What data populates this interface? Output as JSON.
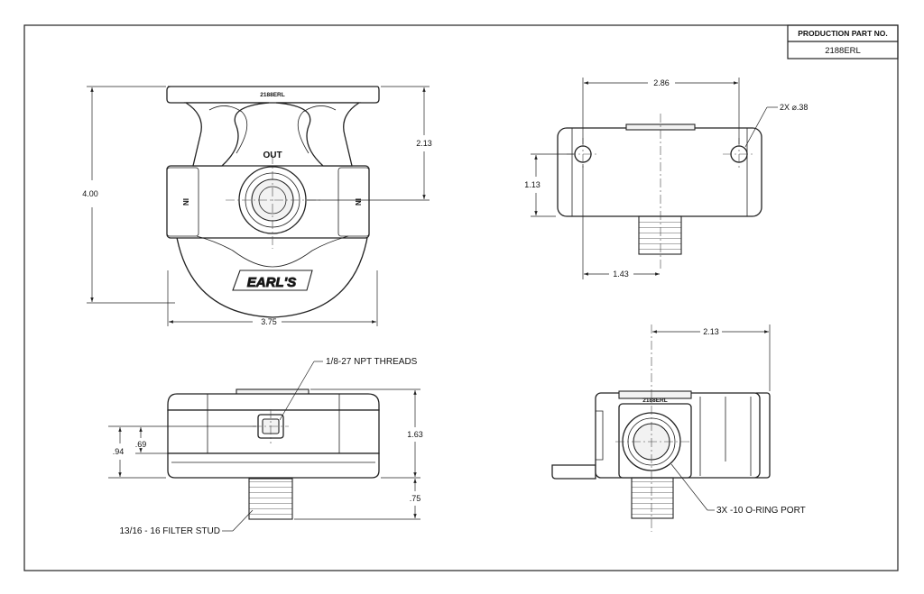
{
  "title_block": {
    "header": "PRODUCTION PART NO.",
    "part_number": "2188ERL"
  },
  "front_view": {
    "part_stamp": "2188ERL",
    "port_out": "OUT",
    "port_in_left": "IN",
    "port_in_right": "IN",
    "logo": "EARL'S",
    "dim_height": "4.00",
    "dim_port_height": "2.13",
    "dim_width": "3.75"
  },
  "top_view": {
    "dim_hole_spacing": "2.86",
    "dim_hole_callout": "2X ⌀.38",
    "dim_depth": "1.13",
    "dim_stud_offset": "1.43"
  },
  "side_view": {
    "callout_npt": "1/8-27 NPT THREADS",
    "callout_stud": "13/16 - 16 FILTER STUD",
    "dim_overall_height": "1.63",
    "dim_stud_length": ".75",
    "dim_94": ".94",
    "dim_69": ".69"
  },
  "end_view": {
    "part_stamp": "2188ERL",
    "dim_width": "2.13",
    "callout_port": "3X -10 O-RING PORT"
  }
}
